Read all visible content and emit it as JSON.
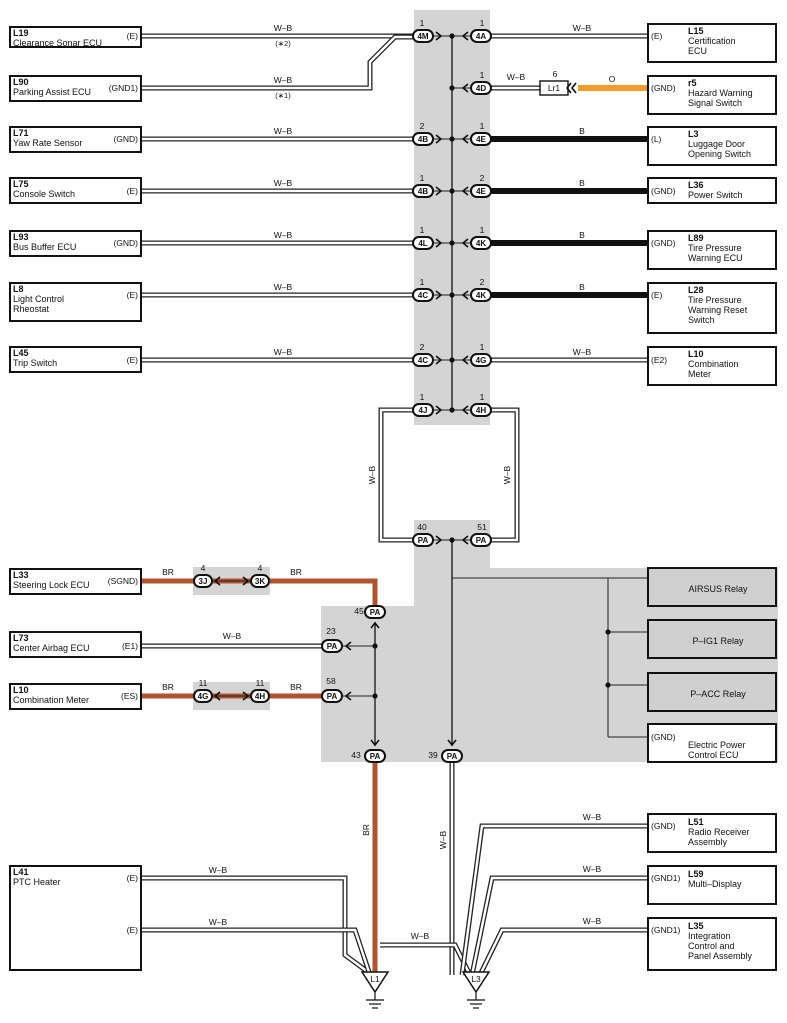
{
  "left_components": [
    {
      "id": "L19",
      "name": [
        "Clearance Sonar ECU"
      ],
      "terminal": "(E)",
      "wire": "W–B",
      "note": "(∗2)"
    },
    {
      "id": "L90",
      "name": [
        "Parking Assist ECU"
      ],
      "terminal": "(GND1)",
      "wire": "W–B",
      "note": "(∗1)"
    },
    {
      "id": "L71",
      "name": [
        "Yaw Rate Sensor"
      ],
      "terminal": "(GND)",
      "wire": "W–B",
      "note": ""
    },
    {
      "id": "L75",
      "name": [
        "Console Switch"
      ],
      "terminal": "(E)",
      "wire": "W–B",
      "note": ""
    },
    {
      "id": "L93",
      "name": [
        "Bus Buffer ECU"
      ],
      "terminal": "(GND)",
      "wire": "W–B",
      "note": ""
    },
    {
      "id": "L8",
      "name": [
        "Light Control",
        "Rheostat"
      ],
      "terminal": "(E)",
      "wire": "W–B",
      "note": ""
    },
    {
      "id": "L45",
      "name": [
        "Trip Switch"
      ],
      "terminal": "(E)",
      "wire": "W–B",
      "note": ""
    }
  ],
  "right_components": [
    {
      "id": "L15",
      "name": [
        "Certification",
        "ECU"
      ],
      "terminal": "(E)",
      "wire": "W–B"
    },
    {
      "id": "r5",
      "name": [
        "Hazard Warning",
        "Signal Switch"
      ],
      "terminal": "(GND)",
      "wire": "O"
    },
    {
      "id": "L3",
      "name": [
        "Luggage Door",
        "Opening Switch"
      ],
      "terminal": "(L)",
      "wire": "B"
    },
    {
      "id": "L36",
      "name": [
        "Power Switch"
      ],
      "terminal": "(GND)",
      "wire": "B"
    },
    {
      "id": "L89",
      "name": [
        "Tire Pressure",
        "Warning ECU"
      ],
      "terminal": "(GND)",
      "wire": "B"
    },
    {
      "id": "L28",
      "name": [
        "Tire Pressure",
        "Warning Reset",
        "Switch"
      ],
      "terminal": "(E)",
      "wire": "B"
    },
    {
      "id": "L10",
      "name": [
        "Combination",
        "Meter"
      ],
      "terminal": "(E2)",
      "wire": "W–B"
    }
  ],
  "junction_left_connectors": [
    {
      "pin": "1",
      "code": "4M"
    },
    {
      "pin": "2",
      "code": "4B"
    },
    {
      "pin": "1",
      "code": "4B"
    },
    {
      "pin": "1",
      "code": "4L"
    },
    {
      "pin": "1",
      "code": "4C"
    },
    {
      "pin": "2",
      "code": "4C"
    },
    {
      "pin": "1",
      "code": "4J"
    }
  ],
  "junction_right_connectors": [
    {
      "pin": "1",
      "code": "4A"
    },
    {
      "pin": "1",
      "code": "4D"
    },
    {
      "pin": "1",
      "code": "4E"
    },
    {
      "pin": "2",
      "code": "4E"
    },
    {
      "pin": "1",
      "code": "4K"
    },
    {
      "pin": "2",
      "code": "4K"
    },
    {
      "pin": "1",
      "code": "4G"
    },
    {
      "pin": "1",
      "code": "4H"
    }
  ],
  "lr1": {
    "pin": "6",
    "code": "Lr1",
    "wire": "W–B"
  },
  "loop": {
    "wire_left": "W–B",
    "wire_right": "W–B",
    "pa_left": {
      "pin": "40",
      "code": "PA"
    },
    "pa_right": {
      "pin": "51",
      "code": "PA"
    }
  },
  "lower_left_components": [
    {
      "id": "L33",
      "name": [
        "Steering Lock ECU"
      ],
      "terminal": "(SGND)"
    },
    {
      "id": "L73",
      "name": [
        "Center Airbag ECU"
      ],
      "terminal": "(E1)"
    },
    {
      "id": "L10",
      "name": [
        "Combination Meter"
      ],
      "terminal": "(ES)"
    }
  ],
  "l33_connectors": {
    "wire_left": "BR",
    "wire_right": "BR",
    "a": {
      "pin": "4",
      "code": "3J"
    },
    "b": {
      "pin": "4",
      "code": "3K"
    }
  },
  "l10_connectors": {
    "wire_left": "BR",
    "wire_right": "BR",
    "a": {
      "pin": "11",
      "code": "4G"
    },
    "b": {
      "pin": "11",
      "code": "4H"
    }
  },
  "l73_wire": "W–B",
  "pa_pins": [
    {
      "pin": "45",
      "code": "PA"
    },
    {
      "pin": "23",
      "code": "PA"
    },
    {
      "pin": "58",
      "code": "PA"
    },
    {
      "pin": "43",
      "code": "PA"
    },
    {
      "pin": "39",
      "code": "PA"
    }
  ],
  "relays": [
    "AIRSUS Relay",
    "P–IG1 Relay",
    "P–ACC Relay"
  ],
  "epc": {
    "terminal": "(GND)",
    "name": [
      "Electric Power",
      "Control ECU"
    ]
  },
  "lower_right_components": [
    {
      "id": "L51",
      "name": [
        "Radio Receiver",
        "Assembly"
      ],
      "terminal": "(GND)",
      "wire": "W–B"
    },
    {
      "id": "L59",
      "name": [
        "Multi–Display"
      ],
      "terminal": "(GND1)",
      "wire": "W–B"
    },
    {
      "id": "L35",
      "name": [
        "Integration",
        "Control and",
        "Panel Assembly"
      ],
      "terminal": "(GND1)",
      "wire": "W–B"
    }
  ],
  "l41": {
    "id": "L41",
    "name": [
      "PTC Heater"
    ],
    "terminal_1": "(E)",
    "terminal_2": "(E)",
    "wire_1": "W–B",
    "wire_2": "W–B"
  },
  "drop_wires": {
    "br": "BR",
    "wb": "W–B",
    "link": "W–B"
  },
  "grounds": [
    "L1",
    "L3"
  ],
  "colors": {
    "shade": "#d4d4d4",
    "brown": "#b0532e",
    "orange": "#f39a29",
    "black": "#111111",
    "relay_fill": "#d0d0d0"
  }
}
